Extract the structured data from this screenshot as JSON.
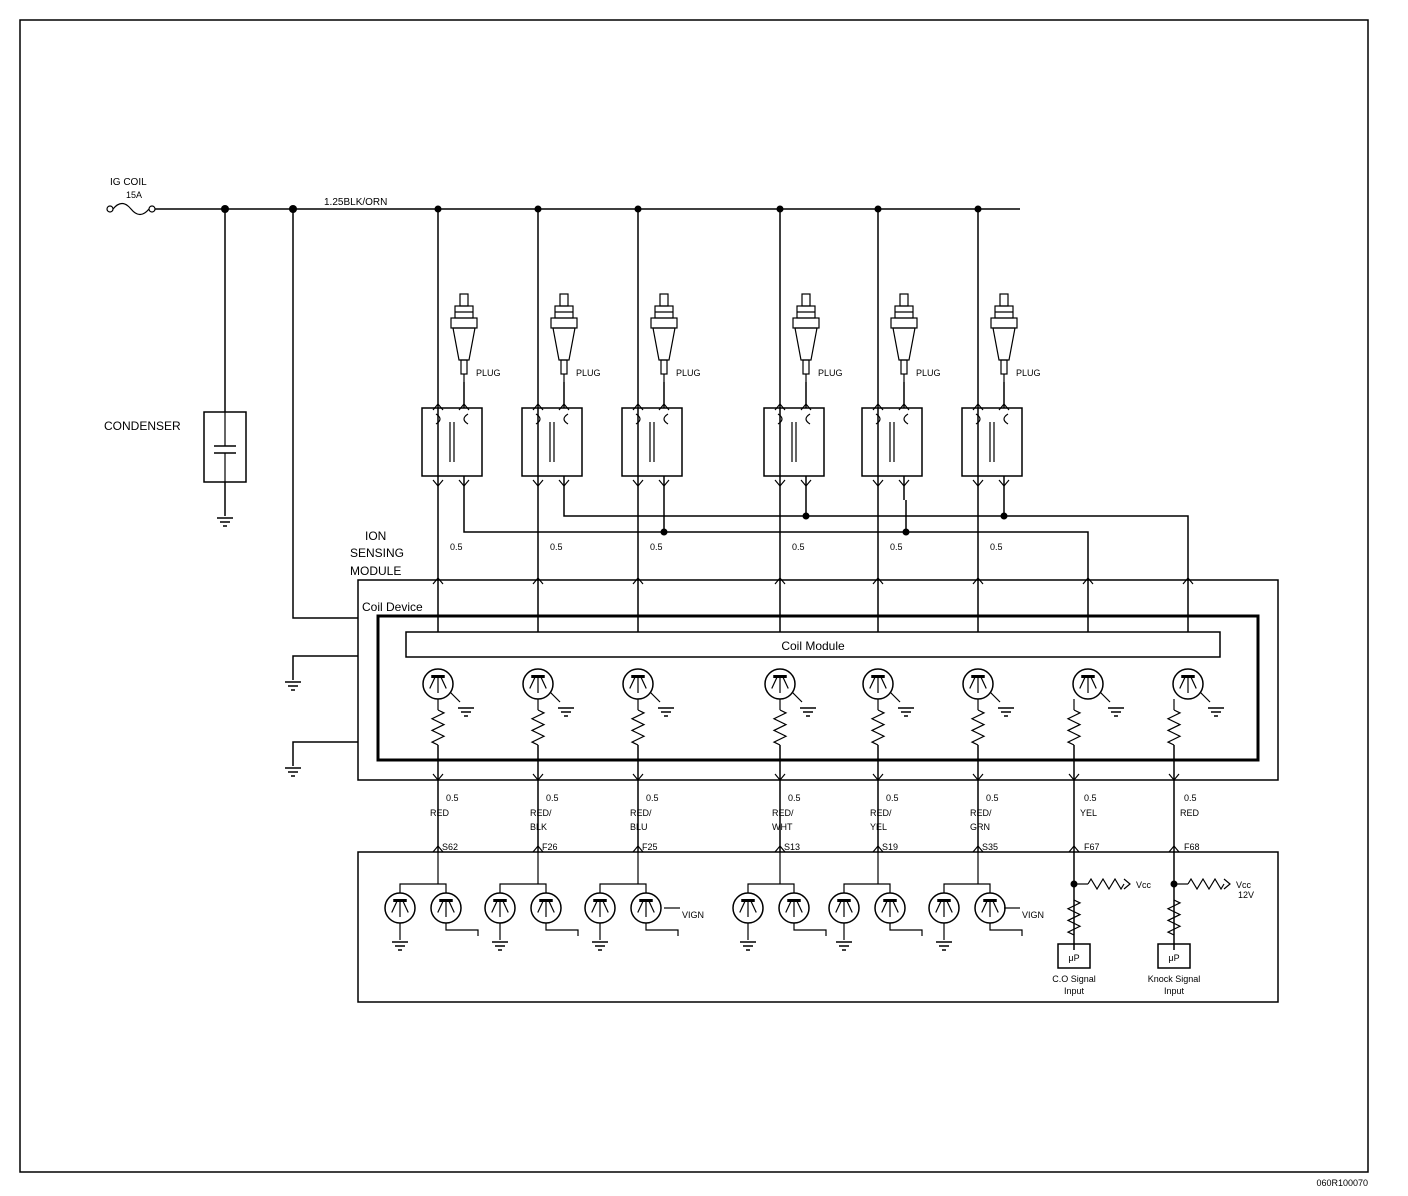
{
  "ig_coil": {
    "label": "IG COIL",
    "fuse": "15A"
  },
  "main_wire": "1.25BLK/ORN",
  "condenser": "CONDENSER",
  "ion_module": [
    "ION",
    "SENSING",
    "MODULE"
  ],
  "coil_device": "Coil Device",
  "coil_module": "Coil Module",
  "plug_label": "PLUG",
  "cylinders": [
    {
      "wire_top": "0.5",
      "gauge": "0.5",
      "color": [
        "RED"
      ],
      "connector": "S62"
    },
    {
      "wire_top": "0.5",
      "gauge": "0.5",
      "color": [
        "RED/",
        "BLK"
      ],
      "connector": "F26"
    },
    {
      "wire_top": "0.5",
      "gauge": "0.5",
      "color": [
        "RED/",
        "BLU"
      ],
      "connector": "F25"
    },
    {
      "wire_top": "0.5",
      "gauge": "0.5",
      "color": [
        "RED/",
        "WHT"
      ],
      "connector": "S13"
    },
    {
      "wire_top": "0.5",
      "gauge": "0.5",
      "color": [
        "RED/",
        "YEL"
      ],
      "connector": "S19"
    },
    {
      "wire_top": "0.5",
      "gauge": "0.5",
      "color": [
        "RED/",
        "GRN"
      ],
      "connector": "S35"
    }
  ],
  "signals": [
    {
      "gauge": "0.5",
      "color": "YEL",
      "connector": "F67",
      "vcc": "Vcc",
      "vcc_sub": "",
      "mcu": "μP",
      "input": [
        "C.O Signal",
        "Input"
      ]
    },
    {
      "gauge": "0.5",
      "color": "RED",
      "connector": "F68",
      "vcc": "Vcc",
      "vcc_sub": "12V",
      "mcu": "μP",
      "input": [
        "Knock Signal",
        "Input"
      ]
    }
  ],
  "vign": "VIGN",
  "figure_code": "060R100070"
}
